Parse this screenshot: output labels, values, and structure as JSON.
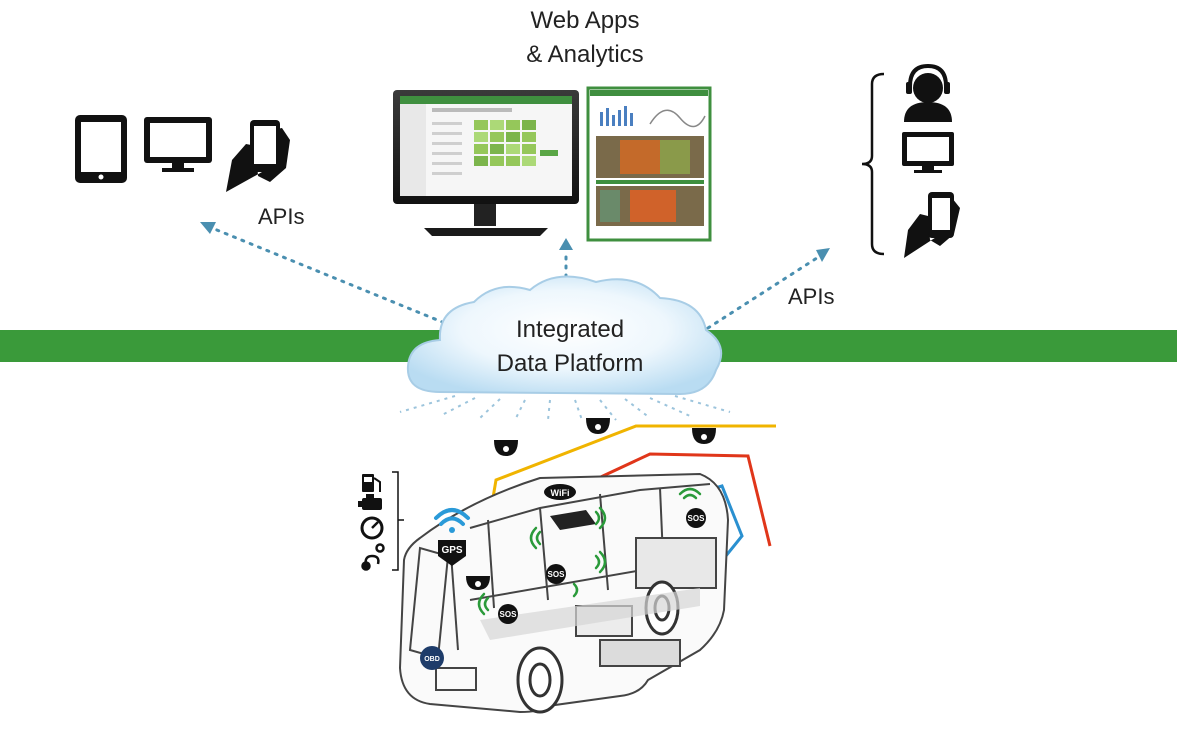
{
  "diagram": {
    "webapps_line1": "Web Apps",
    "webapps_line2": "& Analytics",
    "cloud_line1": "Integrated",
    "cloud_line2": "Data Platform",
    "apis_left": "APIs",
    "apis_right": "APIs",
    "sos_label": "SOS",
    "gps_label": "GPS",
    "wifi_label": "WiFi",
    "obd_label": "OBD",
    "colors": {
      "green_bar": "#3a9a3a",
      "dotted_arrow": "#4a8fb0",
      "yellow_line": "#f0b400",
      "red_line": "#e0361a",
      "blue_line": "#2a90d0",
      "green_line": "#2a9a3a",
      "cloud_tint": "#c8e6f6"
    }
  }
}
